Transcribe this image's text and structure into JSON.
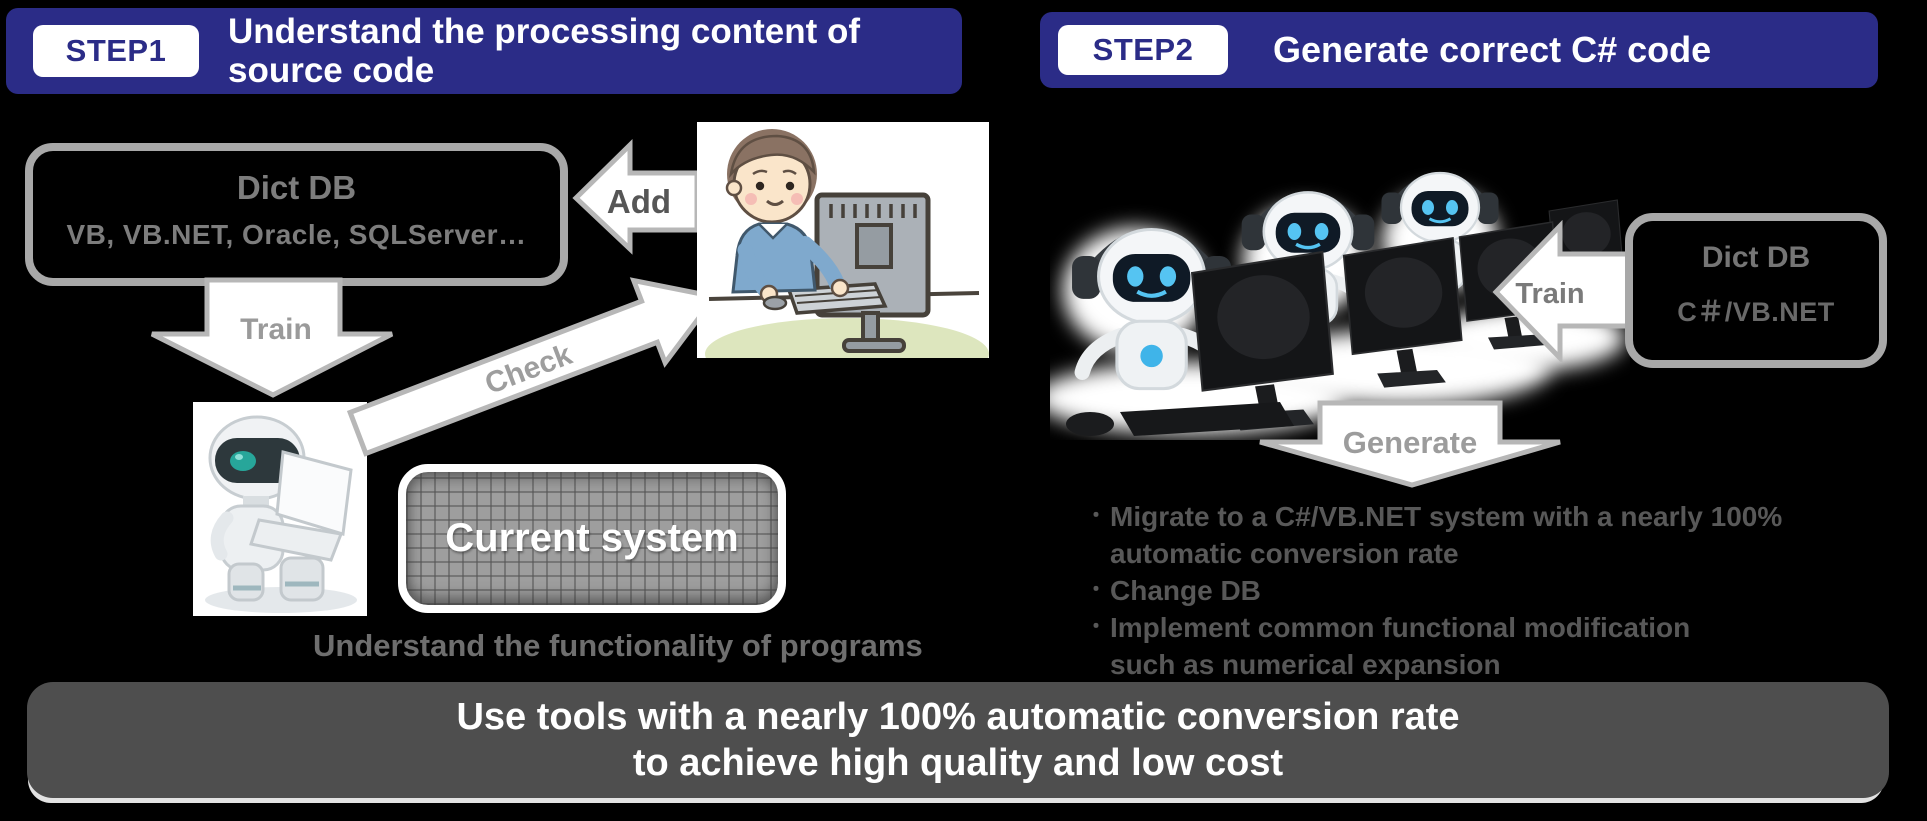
{
  "colors": {
    "background": "#000000",
    "banner_blue": "#2B2C87",
    "border_gray": "#A8A8A8",
    "footer_gray": "#4E4E4E",
    "arrow_outline": "#B7B7B7"
  },
  "step1": {
    "badge": "STEP1",
    "title": "Understand the processing content of source code"
  },
  "step2": {
    "badge": "STEP2",
    "title": "Generate correct C# code"
  },
  "left_flow": {
    "dict_db": {
      "title": "Dict DB",
      "subtitle": "VB, VB.NET, Oracle, SQLServer…"
    },
    "add_arrow_label": "Add",
    "train_arrow_label": "Train",
    "check_arrow_label": "Check",
    "current_system_label": "Current system",
    "caption": "Understand the functionality of programs"
  },
  "right_flow": {
    "dict_db": {
      "title": "Dict DB",
      "subtitle": "C＃/VB.NET"
    },
    "train_arrow_label": "Train",
    "generate_arrow_label": "Generate",
    "bullet_marker": "・",
    "bullets": [
      {
        "lines": [
          "Migrate to a C#/VB.NET system with a nearly 100%",
          "automatic conversion rate"
        ]
      },
      {
        "lines": [
          "Change DB"
        ]
      },
      {
        "lines": [
          "Implement common functional modification",
          "such as numerical expansion"
        ]
      }
    ]
  },
  "footer": {
    "line1": "Use tools with a nearly 100% automatic conversion rate",
    "line2": "to achieve high quality and low cost"
  }
}
